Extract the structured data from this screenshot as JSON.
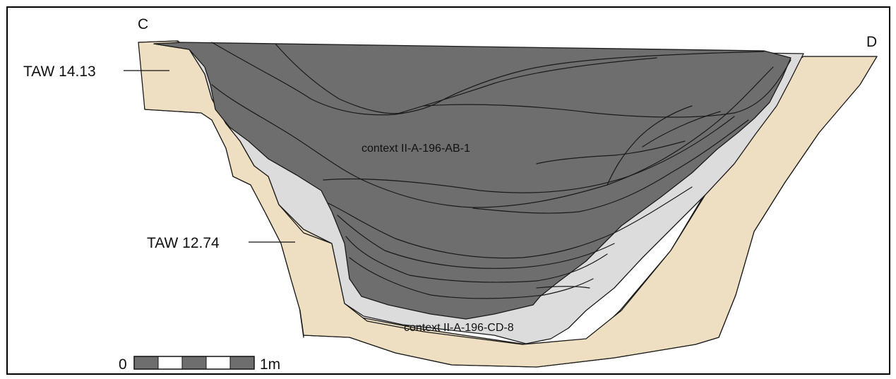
{
  "section": {
    "left_point_label": "C",
    "right_point_label": "D",
    "elevation_upper": "TAW 14.13",
    "elevation_lower": "TAW 12.74",
    "context_upper_fill": "context II-A-196-AB-1",
    "context_lining": "context II-A-196-CD-8"
  },
  "scale_bar": {
    "start_label": "0",
    "end_label": "1m",
    "segments": 5
  },
  "colors": {
    "natural_soil": "#efdfc2",
    "lining_layer": "#dcdcdc",
    "fill_layers": "#6e6e6e",
    "outline": "#1a1a1a",
    "frame": "#000000"
  }
}
